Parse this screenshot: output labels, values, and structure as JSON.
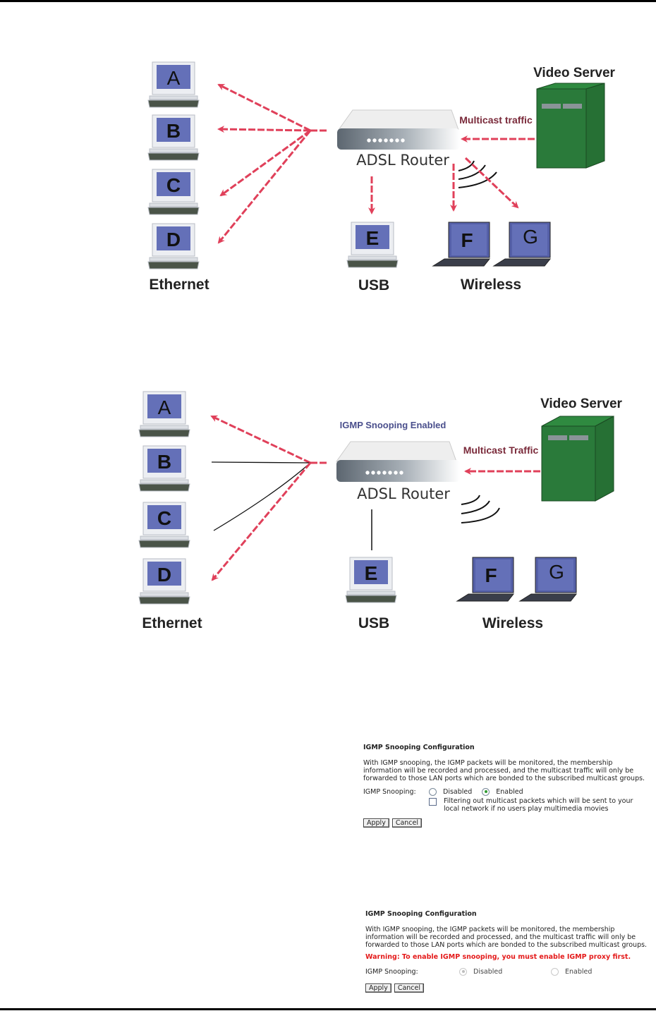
{
  "diagram_without_snooping": {
    "video_server_label": "Video Server",
    "multicast_label": "Multicast traffic",
    "router_label": "ADSL Router",
    "ethernet_hosts": [
      "A",
      "B",
      "C",
      "D"
    ],
    "usb_host": "E",
    "wireless_hosts": [
      "F",
      "G"
    ],
    "ethernet_label": "Ethernet",
    "usb_label": "USB",
    "wireless_label": "Wireless"
  },
  "diagram_with_snooping": {
    "igmp_tag": "IGMP Snooping Enabled",
    "video_server_label": "Video Server",
    "multicast_label": "Multicast Traffic",
    "router_label": "ADSL Router",
    "ethernet_hosts": [
      "A",
      "B",
      "C",
      "D"
    ],
    "usb_host": "E",
    "wireless_hosts": [
      "F",
      "G"
    ],
    "ethernet_label": "Ethernet",
    "usb_label": "USB",
    "wireless_label": "Wireless"
  },
  "config_enabled": {
    "title": "IGMP Snooping Configuration",
    "description": "With IGMP snooping, the IGMP packets will be monitored, the membership information will be recorded and processed, and the multicast traffic will only be forwarded to those LAN ports which are bonded to the subscribed multicast groups.",
    "field_label": "IGMP Snooping:",
    "option_disabled": "Disabled",
    "option_enabled": "Enabled",
    "selected": "Enabled",
    "filter_label": "Filtering out multicast packets which will be sent to your local network if no users play multimedia movies",
    "filter_checked": false,
    "apply_label": "Apply",
    "cancel_label": "Cancel"
  },
  "config_proxy_required": {
    "title": "IGMP Snooping Configuration",
    "description": "With IGMP snooping, the IGMP packets will be monitored, the membership information will be recorded and processed, and the multicast traffic will only be forwarded to those LAN ports which are bonded to the subscribed multicast groups.",
    "warning": "Warning: To enable IGMP snooping, you must enable IGMP proxy first.",
    "field_label": "IGMP Snooping:",
    "option_disabled": "Disabled",
    "option_enabled": "Enabled",
    "selected": "Disabled",
    "apply_label": "Apply",
    "cancel_label": "Cancel"
  },
  "colors": {
    "arrow": "#e0405a",
    "server_green": "#2a7a3a",
    "screen_blue": "#6470b8",
    "warning_red": "#e41b1b",
    "tag_blue": "#4a4f8c"
  }
}
